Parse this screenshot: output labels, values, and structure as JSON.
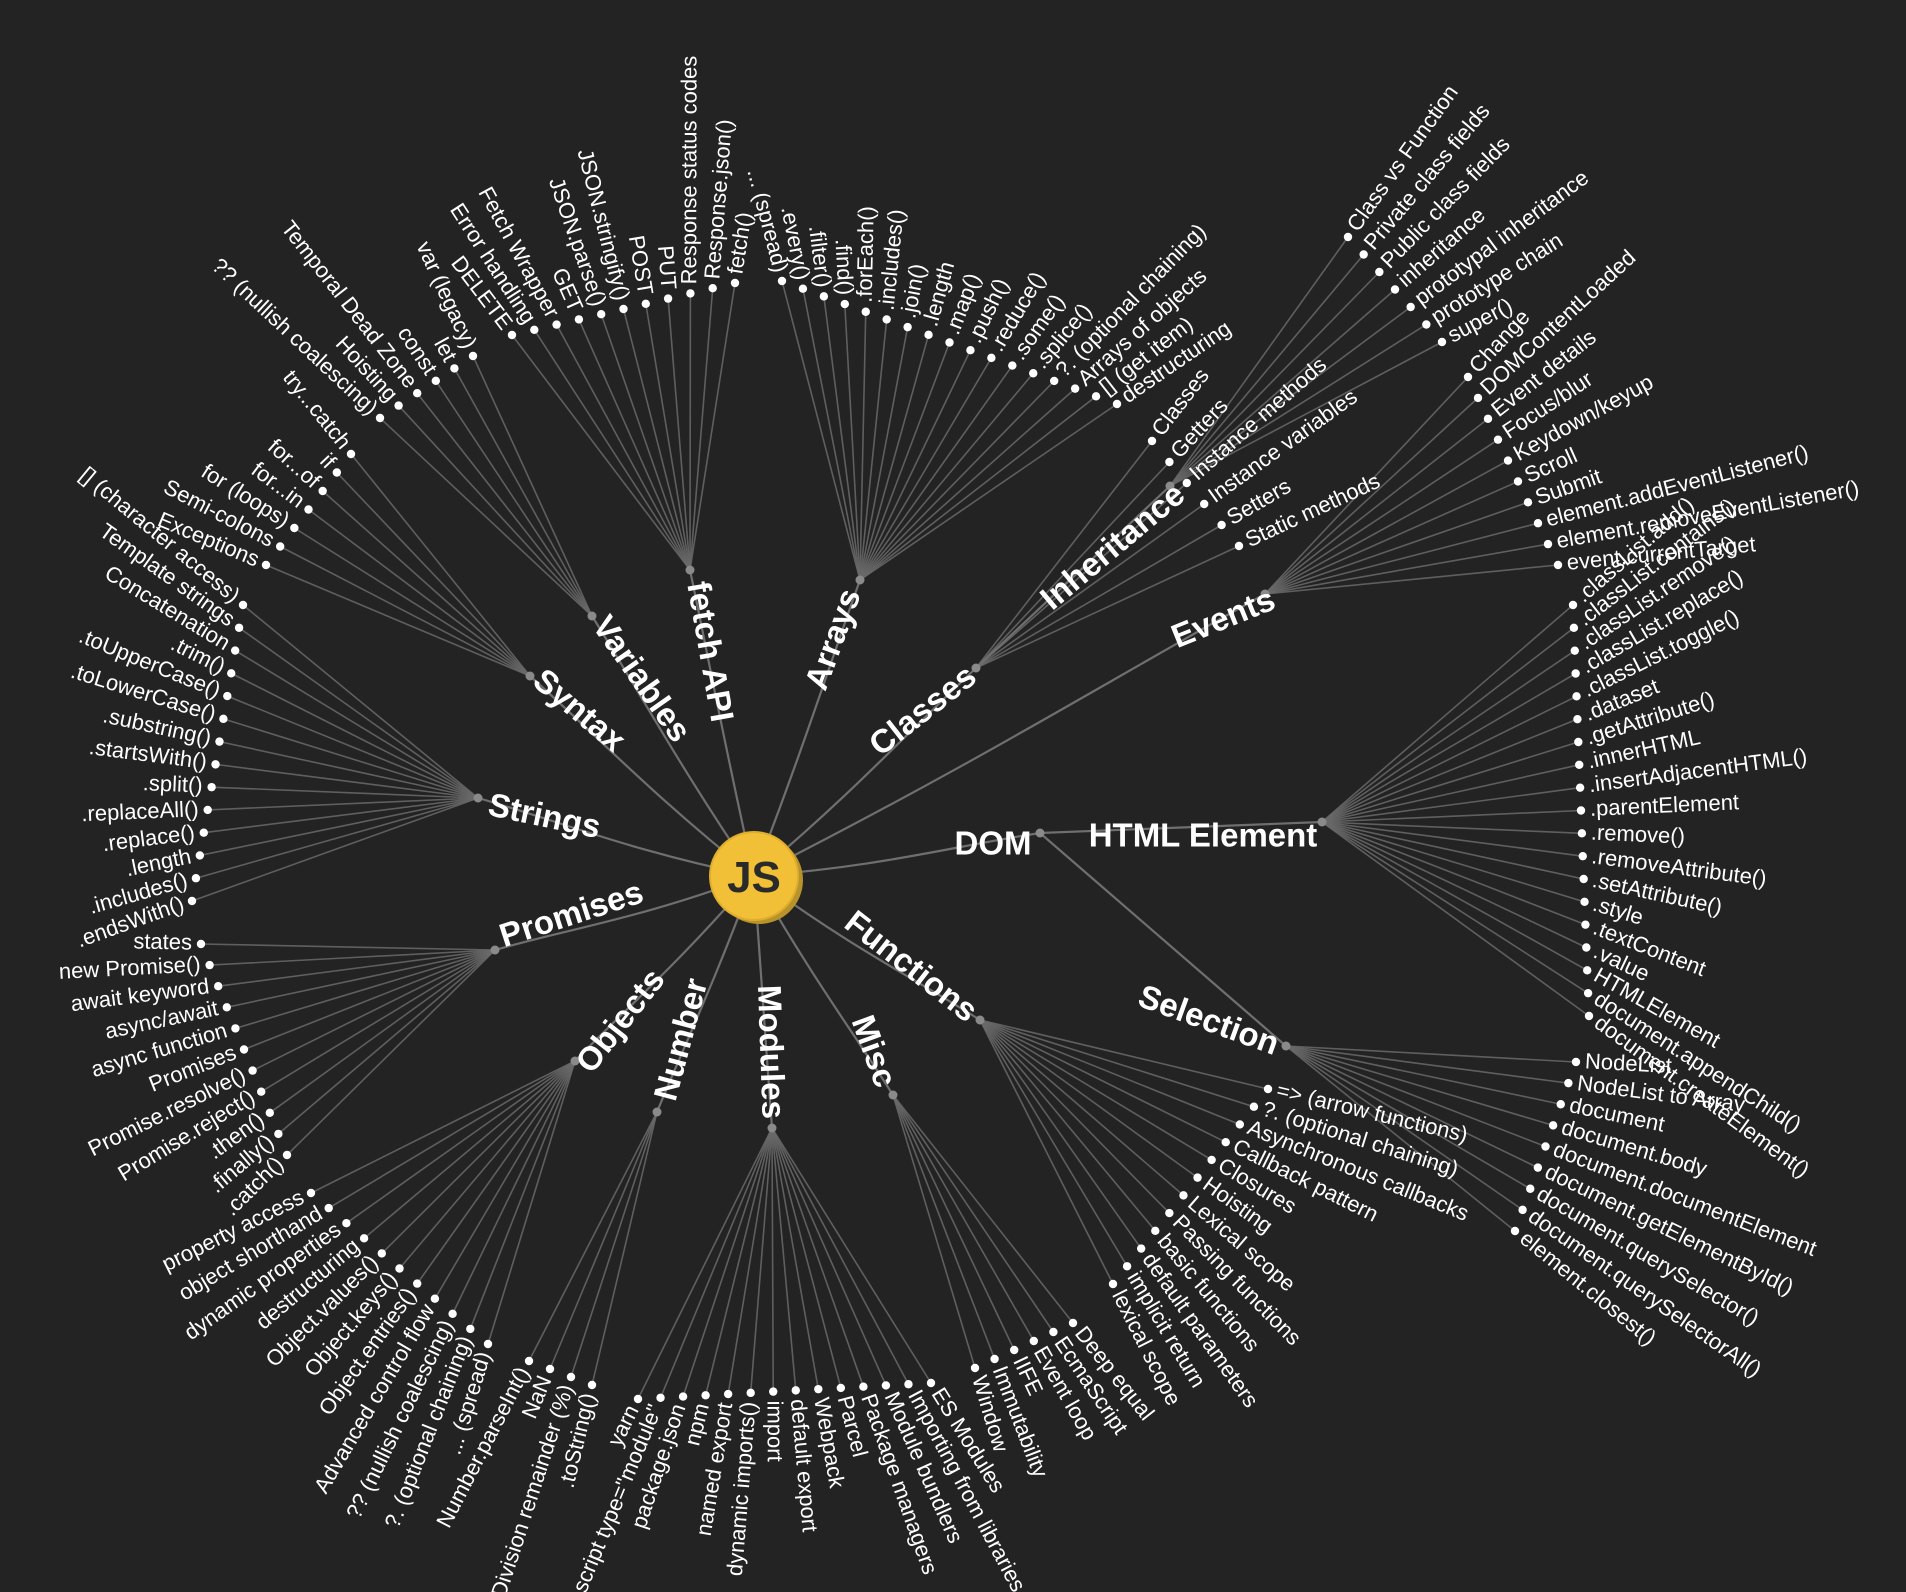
{
  "center": {
    "label": "JS",
    "fill": "#f2c037",
    "text_color": "#2a2a2a"
  },
  "background": "#232323",
  "branches": [
    {
      "name": "Syntax",
      "leaves": [
        "try...catch",
        "if",
        "for...of",
        "for...in",
        "for (loops)",
        "Semi-colons",
        "Exceptions"
      ]
    },
    {
      "name": "Variables",
      "leaves": [
        "var (legacy)",
        "let",
        "const",
        "Temporal Dead Zone",
        "Hoisting",
        "?? (nullish coalescing)"
      ]
    },
    {
      "name": "fetch API",
      "leaves": [
        "fetch()",
        "Response.json()",
        "Response status codes",
        "PUT",
        "POST",
        "JSON.stringify()",
        "JSON.parse()",
        "GET",
        "Fetch Wrapper",
        "Error handling",
        "DELETE"
      ]
    },
    {
      "name": "Arrays",
      "leaves": [
        "... (spread)",
        ".every()",
        ".filter()",
        ".find()",
        ".forEach()",
        ".includes()",
        ".join()",
        ".length",
        ".map()",
        ".push()",
        ".reduce()",
        ".some()",
        ".splice()",
        "?. (optional chaining)",
        "Arrays of objects",
        "[] (get item)",
        "destructuring"
      ]
    },
    {
      "name": "Classes",
      "leaves": [
        "Classes",
        "Getters",
        "Instance methods",
        "Instance variables",
        "Setters",
        "Static methods"
      ]
    },
    {
      "name": "Inheritance",
      "leaves": [
        "Class vs Function",
        "Private class fields",
        "Public class fields",
        "inheritance",
        "prototypal inheritance",
        "prototype chain",
        "super()"
      ]
    },
    {
      "name": "Events",
      "leaves": [
        "Change",
        "DOMContentLoaded",
        "Event details",
        "Focus/blur",
        "Keydown/keyup",
        "Scroll",
        "Submit",
        "element.addEventListener()",
        "element.removeEventListener()",
        "event.currentTarget"
      ]
    },
    {
      "name": "DOM",
      "leaves": []
    },
    {
      "name": "HTML Element",
      "leaves": [
        ".classList.add()",
        ".classList.contains()",
        ".classList.remove()",
        ".classList.replace()",
        ".classList.toggle()",
        ".dataset",
        ".getAttribute()",
        ".innerHTML",
        ".insertAdjacentHTML()",
        ".parentElement",
        ".remove()",
        ".removeAttribute()",
        ".setAttribute()",
        ".style",
        ".textContent",
        ".value",
        "HTMLElement",
        "document.appendChild()",
        "document.createElement()"
      ]
    },
    {
      "name": "Selection",
      "leaves": [
        "NodeList",
        "NodeList to Array",
        "document",
        "document.body",
        "document.documentElement",
        "document.getElementById()",
        "document.querySelector()",
        "document.querySelectorAll()",
        "element.closest()"
      ]
    },
    {
      "name": "Functions",
      "leaves": [
        "=> (arrow functions)",
        "?. (optional chaining)",
        "Asynchronous callbacks",
        "Callback pattern",
        "Closures",
        "Hoisting",
        "Lexical scope",
        "Passing functions",
        "basic functions",
        "default parameters",
        "implicit return",
        "lexical scope"
      ]
    },
    {
      "name": "Misc",
      "leaves": [
        "Deep equal",
        "EcmaScript",
        "Event loop",
        "IIFE",
        "Immutability",
        "Window"
      ]
    },
    {
      "name": "Modules",
      "leaves": [
        "ES Modules",
        "Importing from libraries",
        "Module bundlers",
        "Package managers",
        "Parcel",
        "Webpack",
        "default export",
        "import",
        "dynamic imports()",
        "named export",
        "npm",
        "package.json",
        "script type=\"module\"",
        "yarn"
      ]
    },
    {
      "name": "Number",
      "leaves": [
        "Number.parseInt()",
        "NaN",
        "Division remainder (%)",
        ".toString()"
      ]
    },
    {
      "name": "Objects",
      "leaves": [
        "property access",
        "object shorthand",
        "dynamic properties",
        "destructuring",
        "Object.values()",
        "Object.keys()",
        "Object.entries()",
        "Advanced control flow",
        "?? (nullish coalescing)",
        "?. (optional chaining)",
        "... (spread)"
      ]
    },
    {
      "name": "Promises",
      "leaves": [
        "states",
        "new Promise()",
        "await keyword",
        "async/await",
        "async function",
        "Promises",
        "Promise.resolve()",
        "Promise.reject()",
        ".then()",
        ".finally()",
        ".catch()"
      ]
    },
    {
      "name": "Strings",
      "leaves": [
        "[] (character access)",
        "Template strings",
        "Concatenation",
        ".trim()",
        ".toUpperCase()",
        ".toLowerCase()",
        ".substring()",
        ".startsWith()",
        ".split()",
        ".replaceAll()",
        ".replace()",
        ".length",
        ".includes()",
        ".endsWith()"
      ]
    }
  ]
}
